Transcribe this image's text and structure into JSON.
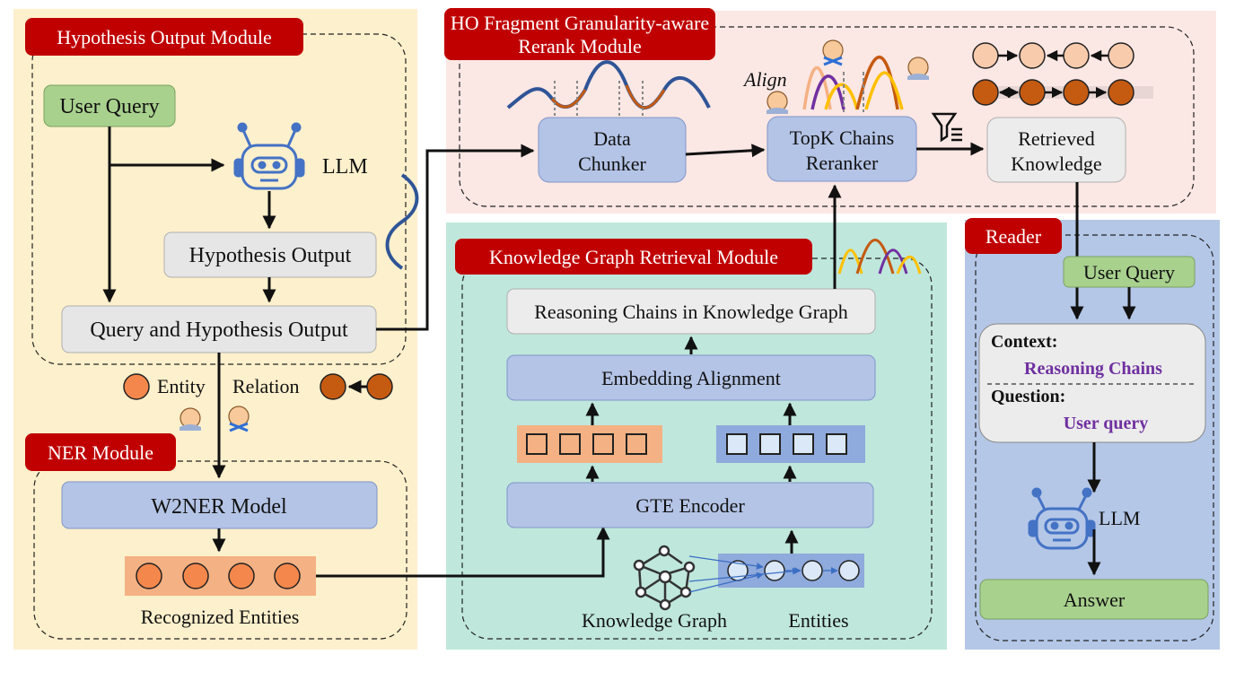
{
  "modules": {
    "hypothesis": "Hypothesis Output Module",
    "rerank_line1": "HO Fragment Granularity-aware",
    "rerank_line2": "Rerank Module",
    "kg": "Knowledge Graph Retrieval Module",
    "ner": "NER Module",
    "reader": "Reader"
  },
  "nodes": {
    "user_query": "User Query",
    "llm": "LLM",
    "hypothesis_output": "Hypothesis Output",
    "query_and_hypothesis": "Query and Hypothesis Output",
    "w2ner": "W2NER Model",
    "recognized_entities": "Recognized Entities",
    "data_chunker_line1": "Data",
    "data_chunker_line2": "Chunker",
    "topk_line1": "TopK Chains",
    "topk_line2": "Reranker",
    "retrieved_line1": "Retrieved",
    "retrieved_line2": "Knowledge",
    "align": "Align",
    "reasoning_chains_kg": "Reasoning Chains in Knowledge Graph",
    "embedding_alignment": "Embedding Alignment",
    "gte_encoder": "GTE Encoder",
    "knowledge_graph": "Knowledge Graph",
    "entities": "Entities"
  },
  "legend": {
    "entity": "Entity",
    "relation": "Relation"
  },
  "reader": {
    "user_query": "User Query",
    "context_label": "Context:",
    "context_value": "Reasoning Chains",
    "question_label": "Question:",
    "question_value": "User query",
    "llm": "LLM",
    "answer": "Answer"
  },
  "colors": {
    "module_label_bg": "#c00000",
    "hypothesis_bg": "#fdf0cc",
    "rerank_bg": "#fbe7e4",
    "kg_bg": "#bfe7dc",
    "reader_bg": "#b4c7e7",
    "process_box": "#b4c4e6",
    "grey_box": "#ececec",
    "green_box": "#a9d18e",
    "entity_orange": "#f4874b",
    "relation_brown": "#c55a11",
    "purple_text": "#7030a0"
  }
}
